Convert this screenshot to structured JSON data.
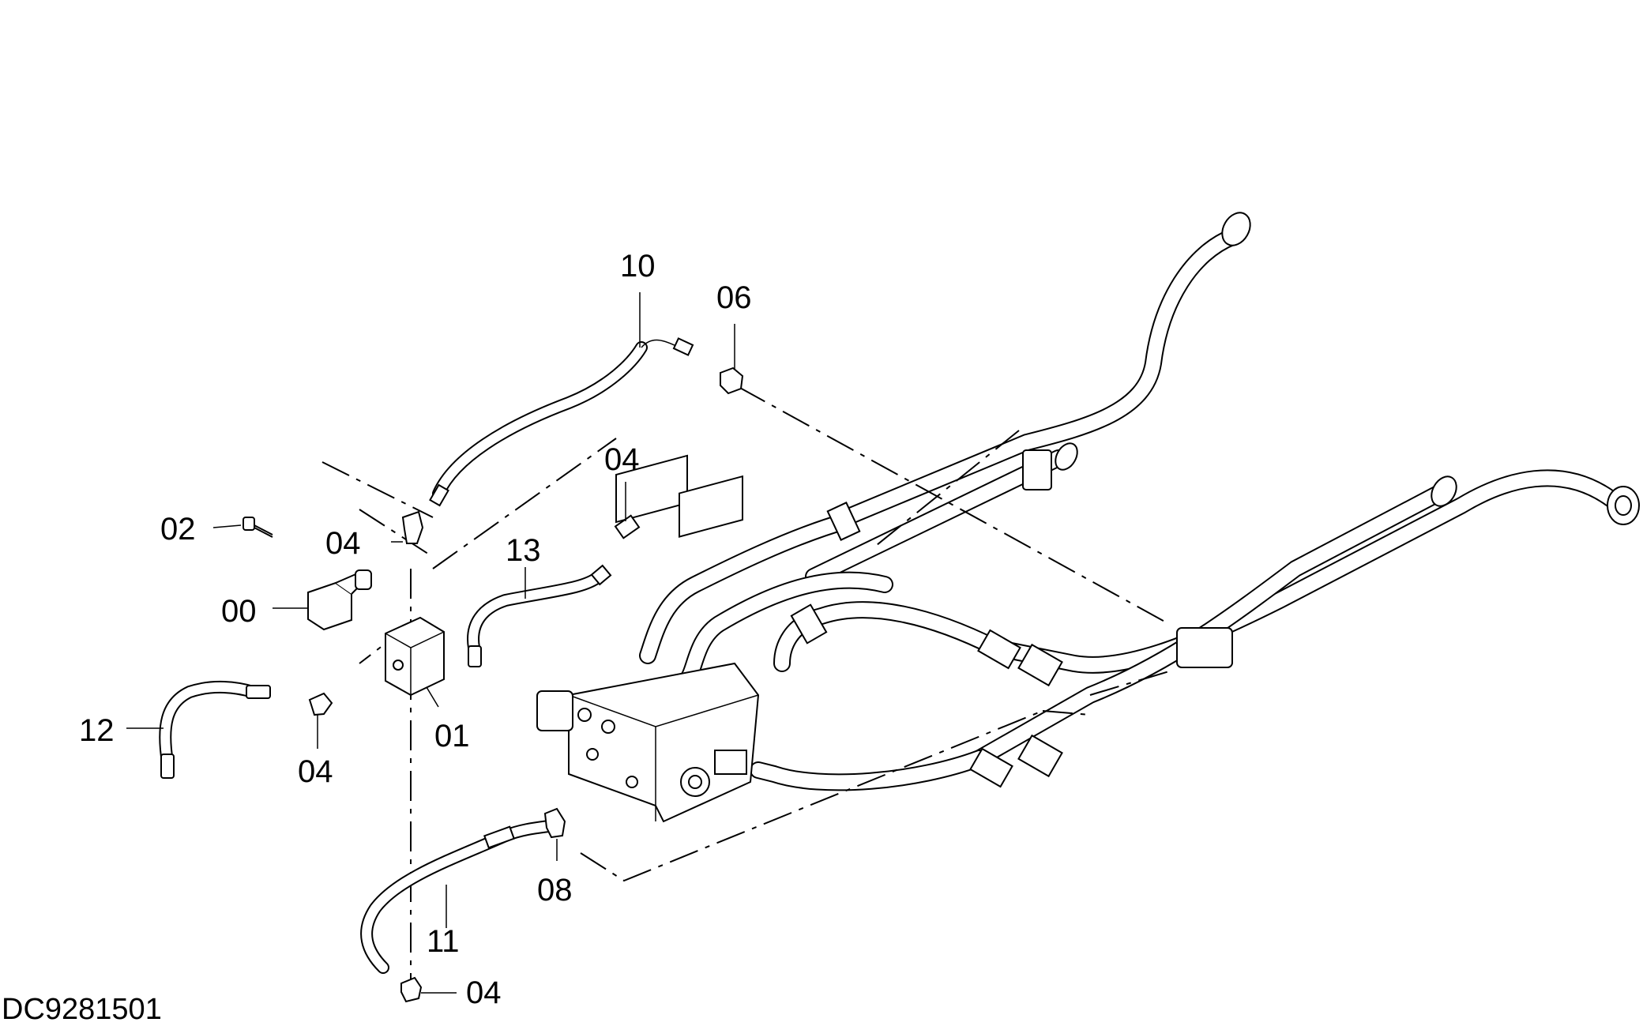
{
  "drawing_code": "DC9281501",
  "callouts": {
    "c10": "10",
    "c06": "06",
    "c04_top": "04",
    "c02": "02",
    "c04_mid": "04",
    "c13": "13",
    "c00": "00",
    "c12": "12",
    "c01": "01",
    "c04_low": "04",
    "c08": "08",
    "c11": "11",
    "c04_bottom": "04"
  }
}
